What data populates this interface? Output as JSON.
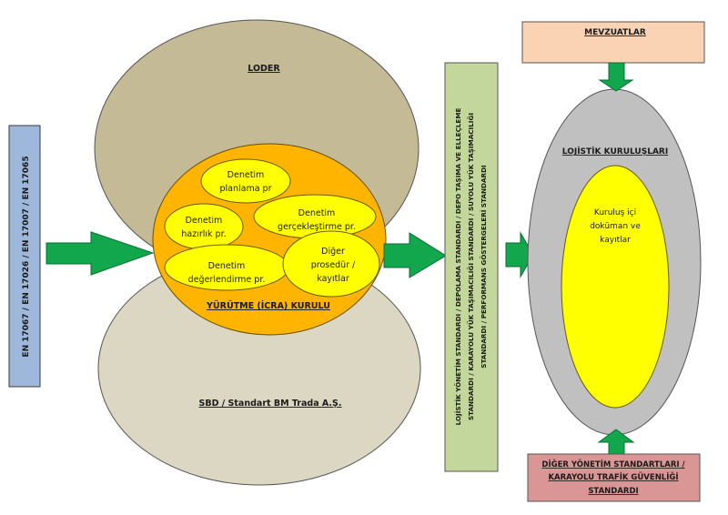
{
  "colors": {
    "standards_box": "#9DB8DB",
    "arrow": "#12A74D",
    "loder": "#C4BA96",
    "sbd": "#DCD7C3",
    "yurutme": "#FFB400",
    "process": "#FFFF00",
    "middle_box": "#C3D69B",
    "mevzuat": "#FAD3B4",
    "lojistik": "#C0C0C0",
    "diger": "#D99694"
  },
  "left_box": {
    "label": "EN 17067 / EN 17026 / EN 17007 / EN 17065"
  },
  "loder": {
    "label": "LODER"
  },
  "sbd": {
    "label": "SBD / Standart BM Trada A.Ş."
  },
  "yurutme": {
    "label": "YÜRÜTME (İCRA) KURULU",
    "processes": [
      {
        "lines": [
          "Denetim",
          "planlama pr"
        ]
      },
      {
        "lines": [
          "Denetim",
          "hazırlık pr."
        ]
      },
      {
        "lines": [
          "Denetim",
          "gerçekleştirme pr."
        ]
      },
      {
        "lines": [
          "Denetim",
          "değerlendirme pr."
        ]
      },
      {
        "lines": [
          "Diğer",
          "prosedür /",
          "kayıtlar"
        ]
      }
    ]
  },
  "middle_box": {
    "lines": [
      "LOJİSTİK YÖNETİM STANDARDI / DEPOLAMA STANDARDI /  DEPO TAŞIMA VE ELLEÇLEME",
      "STANDARDI / KARAYOLU YÜK TAŞIMACILIĞI STANDARDI / SUYOLU YÜK TAŞIMACILIĞI",
      "STANDARDI /  PERFORMANS GÖSTERGELERİ STANDARDI"
    ]
  },
  "mevzuat": {
    "label": "MEVZUATLAR"
  },
  "lojistik": {
    "label": "LOJİSTİK KURULUŞLARI",
    "inner_lines": [
      "Kuruluş içi",
      "doküman ve",
      "kayıtlar"
    ]
  },
  "diger": {
    "lines": [
      "DİĞER YÖNETİM STANDARTLARI /",
      "KARAYOLU TRAFİK GÜVENLİĞİ",
      "STANDARDI"
    ]
  }
}
